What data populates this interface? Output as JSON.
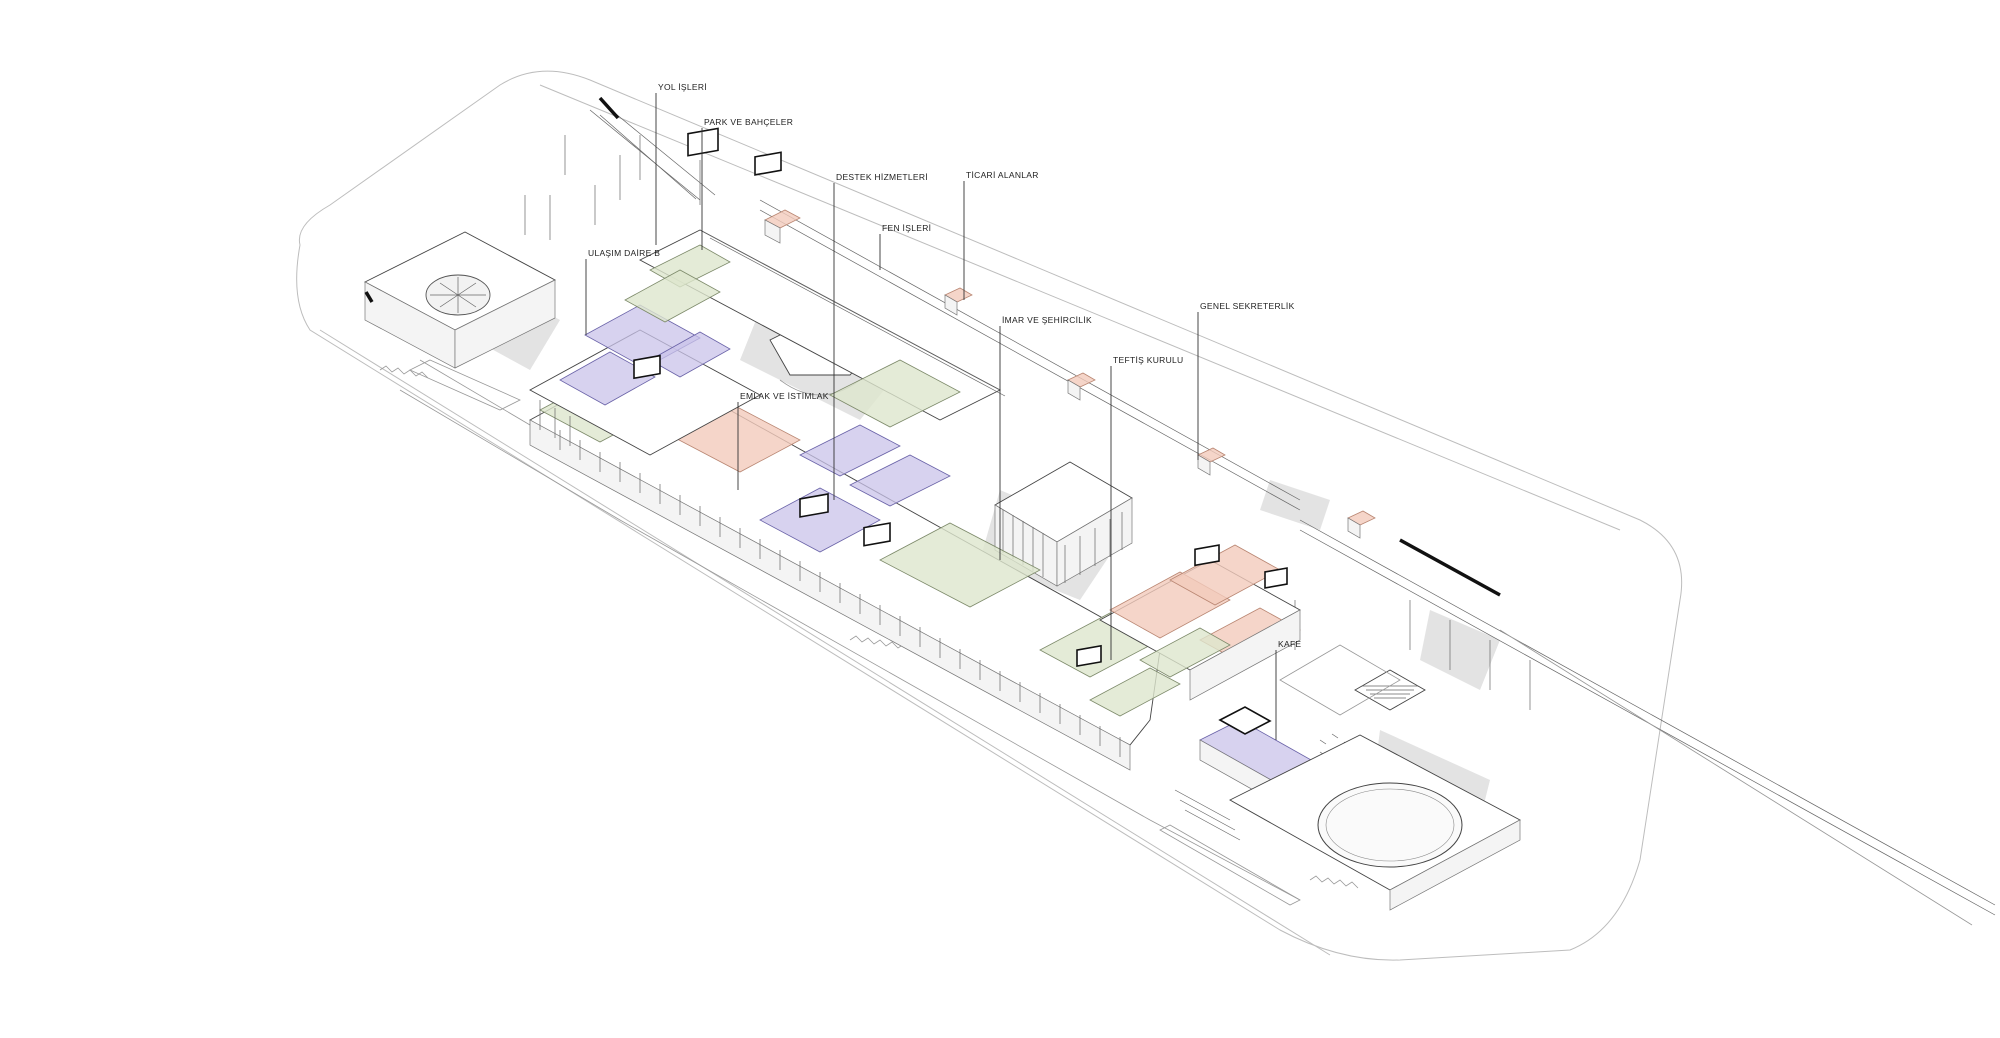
{
  "labels": {
    "yol_isleri": "YOL İŞLERİ",
    "park_ve_bahceler": "PARK VE BAHÇELER",
    "destek_hizmetleri": "DESTEK HİZMETLERİ",
    "ticari_alanlar": "TİCARİ ALANLAR",
    "fen_isleri": "FEN İŞLERİ",
    "ulasim_daire_b": "ULAŞIM DAİRE B",
    "genel_sekreterlik": "GENEL SEKRETERLİK",
    "imar_ve_sehircilik": "İMAR VE ŞEHİRCİLİK",
    "teftis_kurulu": "TEFTİŞ KURULU",
    "emlak_ve_istimlak": "EMLAK VE İSTİMLAK",
    "kafe": "KAFE"
  },
  "colors": {
    "blue_zone": "#c9c3ea",
    "green_zone": "#dde6cd",
    "salmon_zone": "#f3cbbb",
    "linework": "#444444",
    "background": "#ffffff"
  }
}
